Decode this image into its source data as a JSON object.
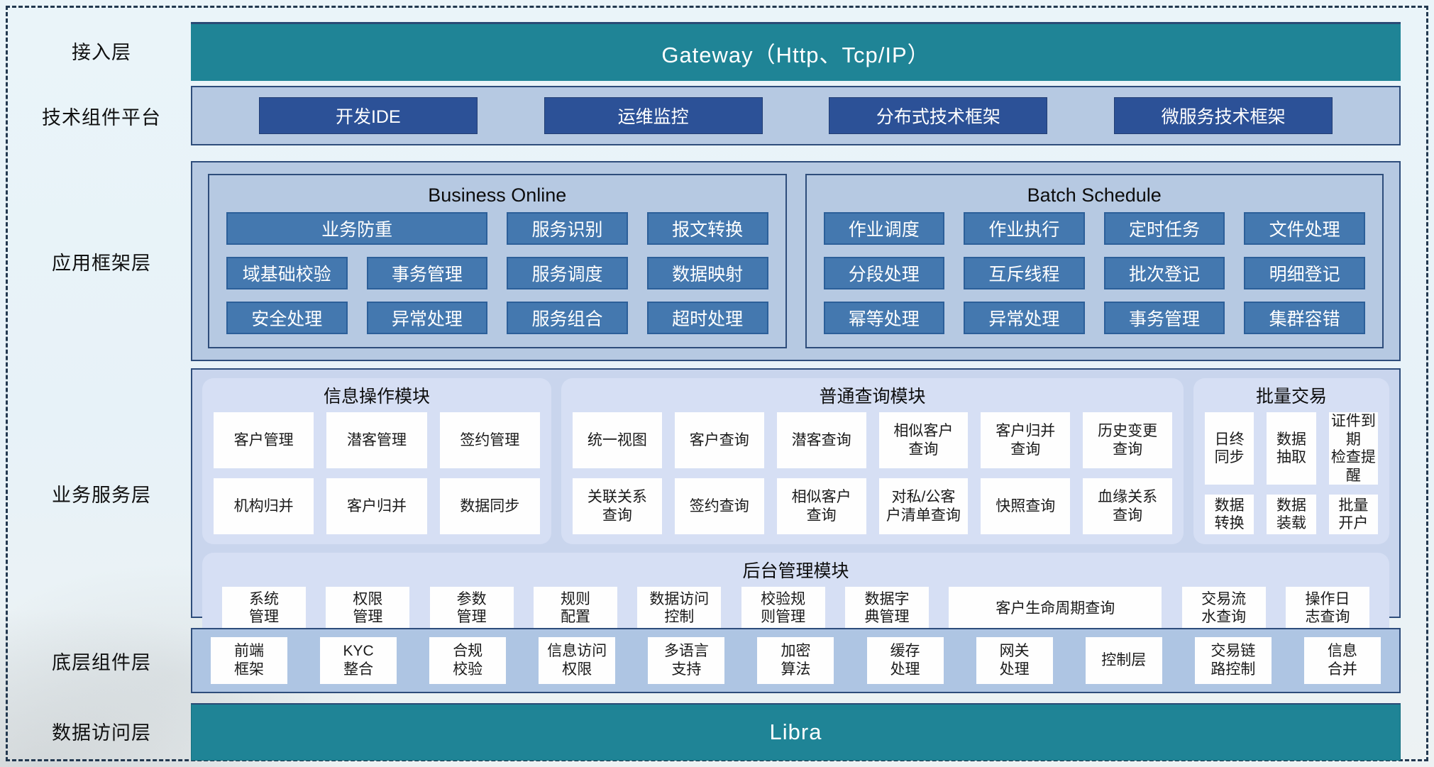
{
  "colors": {
    "teal_bar": "#1f8496",
    "navy_button": "#2c5197",
    "steel_button": "#4478af",
    "container_fill": "#b6c9e2",
    "services_fill": "#c9d5ed",
    "module_fill": "#d6dff4",
    "border_navy": "#2e4d7b",
    "dashed_frame": "#22384f"
  },
  "layers": {
    "access": {
      "label": "接入层",
      "bar": "Gateway（Http、Tcp/IP）"
    },
    "tech": {
      "label": "技术组件平台",
      "items": [
        {
          "label": "开发IDE"
        },
        {
          "label": "运维监控"
        },
        {
          "label": "分布式技术框架"
        },
        {
          "label": "微服务技术框架"
        }
      ]
    },
    "framework": {
      "label": "应用框架层",
      "groups": [
        {
          "title": "Business Online",
          "items": [
            {
              "label": "业务防重"
            },
            {
              "label": "服务识别"
            },
            {
              "label": "报文转换"
            },
            {
              "label": "域基础校验"
            },
            {
              "label": "事务管理"
            },
            {
              "label": "服务调度"
            },
            {
              "label": "数据映射"
            },
            {
              "label": "安全处理"
            },
            {
              "label": "异常处理"
            },
            {
              "label": "服务组合"
            },
            {
              "label": "超时处理"
            }
          ]
        },
        {
          "title": "Batch Schedule",
          "items": [
            {
              "label": "作业调度"
            },
            {
              "label": "作业执行"
            },
            {
              "label": "定时任务"
            },
            {
              "label": "文件处理"
            },
            {
              "label": "分段处理"
            },
            {
              "label": "互斥线程"
            },
            {
              "label": "批次登记"
            },
            {
              "label": "明细登记"
            },
            {
              "label": "幂等处理"
            },
            {
              "label": "异常处理"
            },
            {
              "label": "事务管理"
            },
            {
              "label": "集群容错"
            }
          ]
        }
      ]
    },
    "services": {
      "label": "业务服务层",
      "modules": [
        {
          "title": "信息操作模块",
          "items": [
            {
              "label": "客户管理"
            },
            {
              "label": "潜客管理"
            },
            {
              "label": "签约管理"
            },
            {
              "label": "机构归并"
            },
            {
              "label": "客户归并"
            },
            {
              "label": "数据同步"
            }
          ]
        },
        {
          "title": "普通查询模块",
          "items": [
            {
              "label": "统一视图"
            },
            {
              "label": "客户查询"
            },
            {
              "label": "潜客查询"
            },
            {
              "label": "相似客户\n查询"
            },
            {
              "label": "客户归并\n查询"
            },
            {
              "label": "历史变更\n查询"
            },
            {
              "label": "关联关系\n查询"
            },
            {
              "label": "签约查询"
            },
            {
              "label": "相似客户\n查询"
            },
            {
              "label": "对私/公客\n户清单查询"
            },
            {
              "label": "快照查询"
            },
            {
              "label": "血缘关系\n查询"
            }
          ]
        },
        {
          "title": "批量交易",
          "items": [
            {
              "label": "日终\n同步"
            },
            {
              "label": "数据\n抽取"
            },
            {
              "label": "证件到期\n检查提醒"
            },
            {
              "label": "数据\n转换"
            },
            {
              "label": "数据\n装载"
            },
            {
              "label": "批量\n开户"
            }
          ]
        }
      ],
      "admin": {
        "title": "后台管理模块",
        "items": [
          {
            "label": "系统\n管理"
          },
          {
            "label": "权限\n管理"
          },
          {
            "label": "参数\n管理"
          },
          {
            "label": "规则\n配置"
          },
          {
            "label": "数据访问\n控制"
          },
          {
            "label": "校验规\n则管理"
          },
          {
            "label": "数据字\n典管理"
          },
          {
            "label": "客户生命周期查询"
          },
          {
            "label": "交易流\n水查询"
          },
          {
            "label": "操作日\n志查询"
          }
        ]
      }
    },
    "base": {
      "label": "底层组件层",
      "items": [
        {
          "label": "前端\n框架"
        },
        {
          "label": "KYC\n整合"
        },
        {
          "label": "合规\n校验"
        },
        {
          "label": "信息访问\n权限"
        },
        {
          "label": "多语言\n支持"
        },
        {
          "label": "加密\n算法"
        },
        {
          "label": "缓存\n处理"
        },
        {
          "label": "网关\n处理"
        },
        {
          "label": "控制层"
        },
        {
          "label": "交易链\n路控制"
        },
        {
          "label": "信息\n合并"
        }
      ]
    },
    "data": {
      "label": "数据访问层",
      "bar": "Libra"
    }
  }
}
